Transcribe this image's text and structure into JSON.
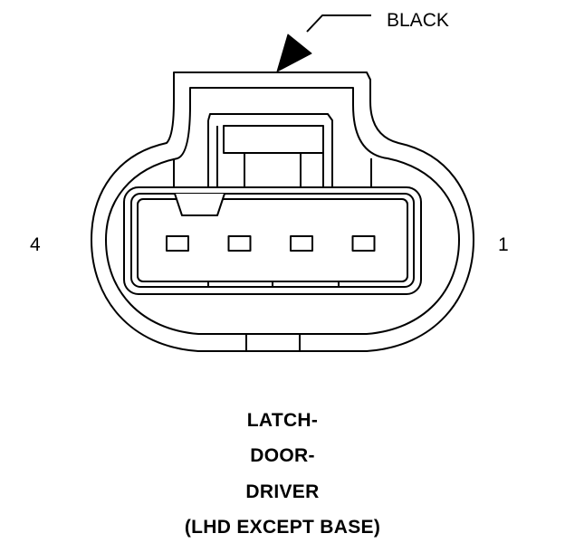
{
  "connector": {
    "color_label": "BLACK",
    "pin_left_label": "4",
    "pin_right_label": "1",
    "cavity_count": 4
  },
  "caption": {
    "line1": "LATCH-",
    "line2": "DOOR-",
    "line3": "DRIVER",
    "line4": "(LHD EXCEPT BASE)"
  }
}
